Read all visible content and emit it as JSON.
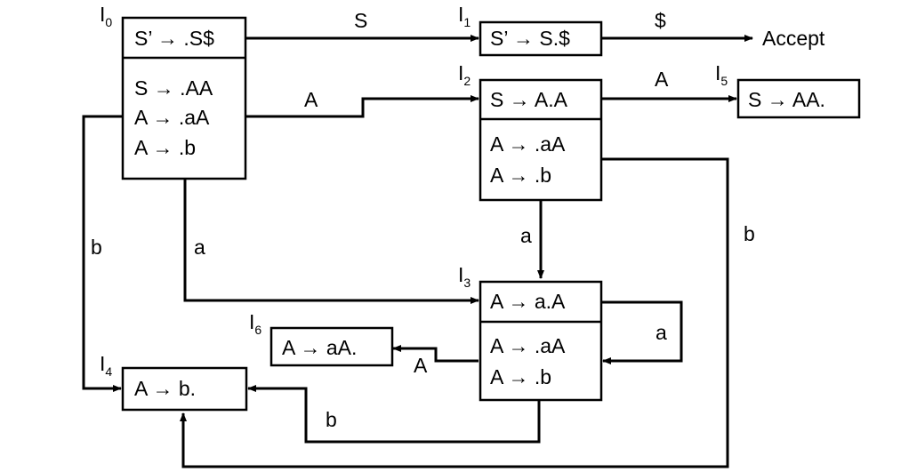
{
  "states": {
    "I0": {
      "name": "I",
      "index": "0",
      "kernel": [
        "S’ → .S$"
      ],
      "closure": [
        "S → .AA",
        "A → .aA",
        "A → .b"
      ]
    },
    "I1": {
      "name": "I",
      "index": "1",
      "kernel": [
        "S’ → S.$"
      ],
      "closure": []
    },
    "I2": {
      "name": "I",
      "index": "2",
      "kernel": [
        "S → A.A"
      ],
      "closure": [
        "A → .aA",
        "A → .b"
      ]
    },
    "I3": {
      "name": "I",
      "index": "3",
      "kernel": [
        "A → a.A"
      ],
      "closure": [
        "A → .aA",
        "A → .b"
      ]
    },
    "I4": {
      "name": "I",
      "index": "4",
      "kernel": [
        "A → b."
      ],
      "closure": []
    },
    "I5": {
      "name": "I",
      "index": "5",
      "kernel": [
        "S → AA."
      ],
      "closure": []
    },
    "I6": {
      "name": "I",
      "index": "6",
      "kernel": [
        "A → aA."
      ],
      "closure": []
    }
  },
  "accept_label": "Accept",
  "transitions": [
    {
      "from": "I0",
      "to": "I1",
      "symbol": "S"
    },
    {
      "from": "I1",
      "to": "Accept",
      "symbol": "$"
    },
    {
      "from": "I0",
      "to": "I2",
      "symbol": "A"
    },
    {
      "from": "I2",
      "to": "I5",
      "symbol": "A"
    },
    {
      "from": "I2",
      "to": "I3",
      "symbol": "a"
    },
    {
      "from": "I2",
      "to": "I4",
      "symbol": "b"
    },
    {
      "from": "I0",
      "to": "I3",
      "symbol": "a"
    },
    {
      "from": "I0",
      "to": "I4",
      "symbol": "b"
    },
    {
      "from": "I3",
      "to": "I3",
      "symbol": "a"
    },
    {
      "from": "I3",
      "to": "I6",
      "symbol": "A"
    },
    {
      "from": "I3",
      "to": "I4",
      "symbol": "b"
    }
  ]
}
